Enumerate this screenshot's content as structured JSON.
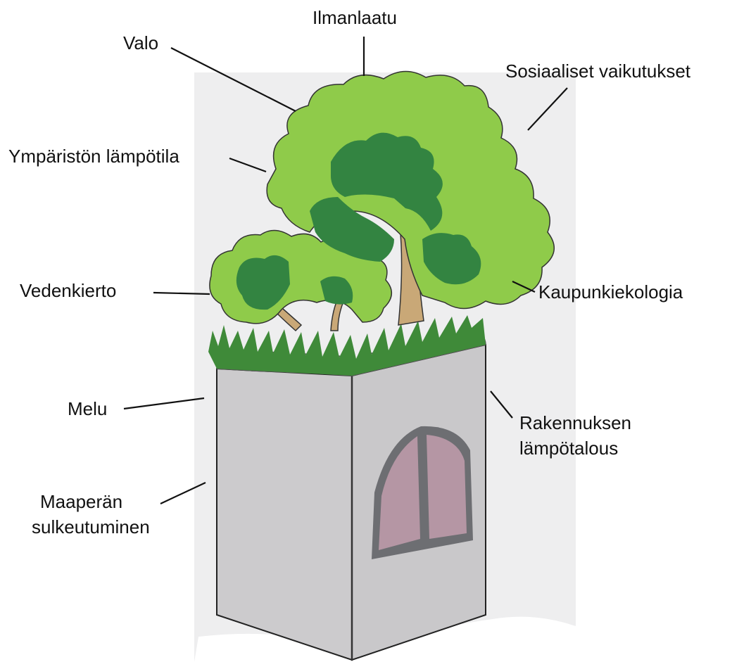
{
  "labels": {
    "ilmanlaatu": "Ilmanlaatu",
    "valo": "Valo",
    "sosiaaliset": "Sosiaaliset vaikutukset",
    "ymparisto": "Ympäristön lämpötila",
    "vedenkierto": "Vedenkierto",
    "kaupunkiekologia": "Kaupunkiekologia",
    "melu": "Melu",
    "rakennuksen_line1": "Rakennuksen",
    "rakennuksen_line2": "lämpötalous",
    "maaperan_line1": "Maaperän",
    "maaperan_line2": "sulkeutuminen"
  },
  "colors": {
    "paper": "#eeeeef",
    "wall_left": "#cccbcd",
    "wall_right": "#c9c8ca",
    "window_frame": "#6d6e72",
    "window_glass": "#b596a4",
    "roof_scallop": "#b898aa",
    "grass": "#3f8a39",
    "foliage_light": "#8fcb4a",
    "foliage_dark": "#338441",
    "trunk": "#c9a877"
  }
}
